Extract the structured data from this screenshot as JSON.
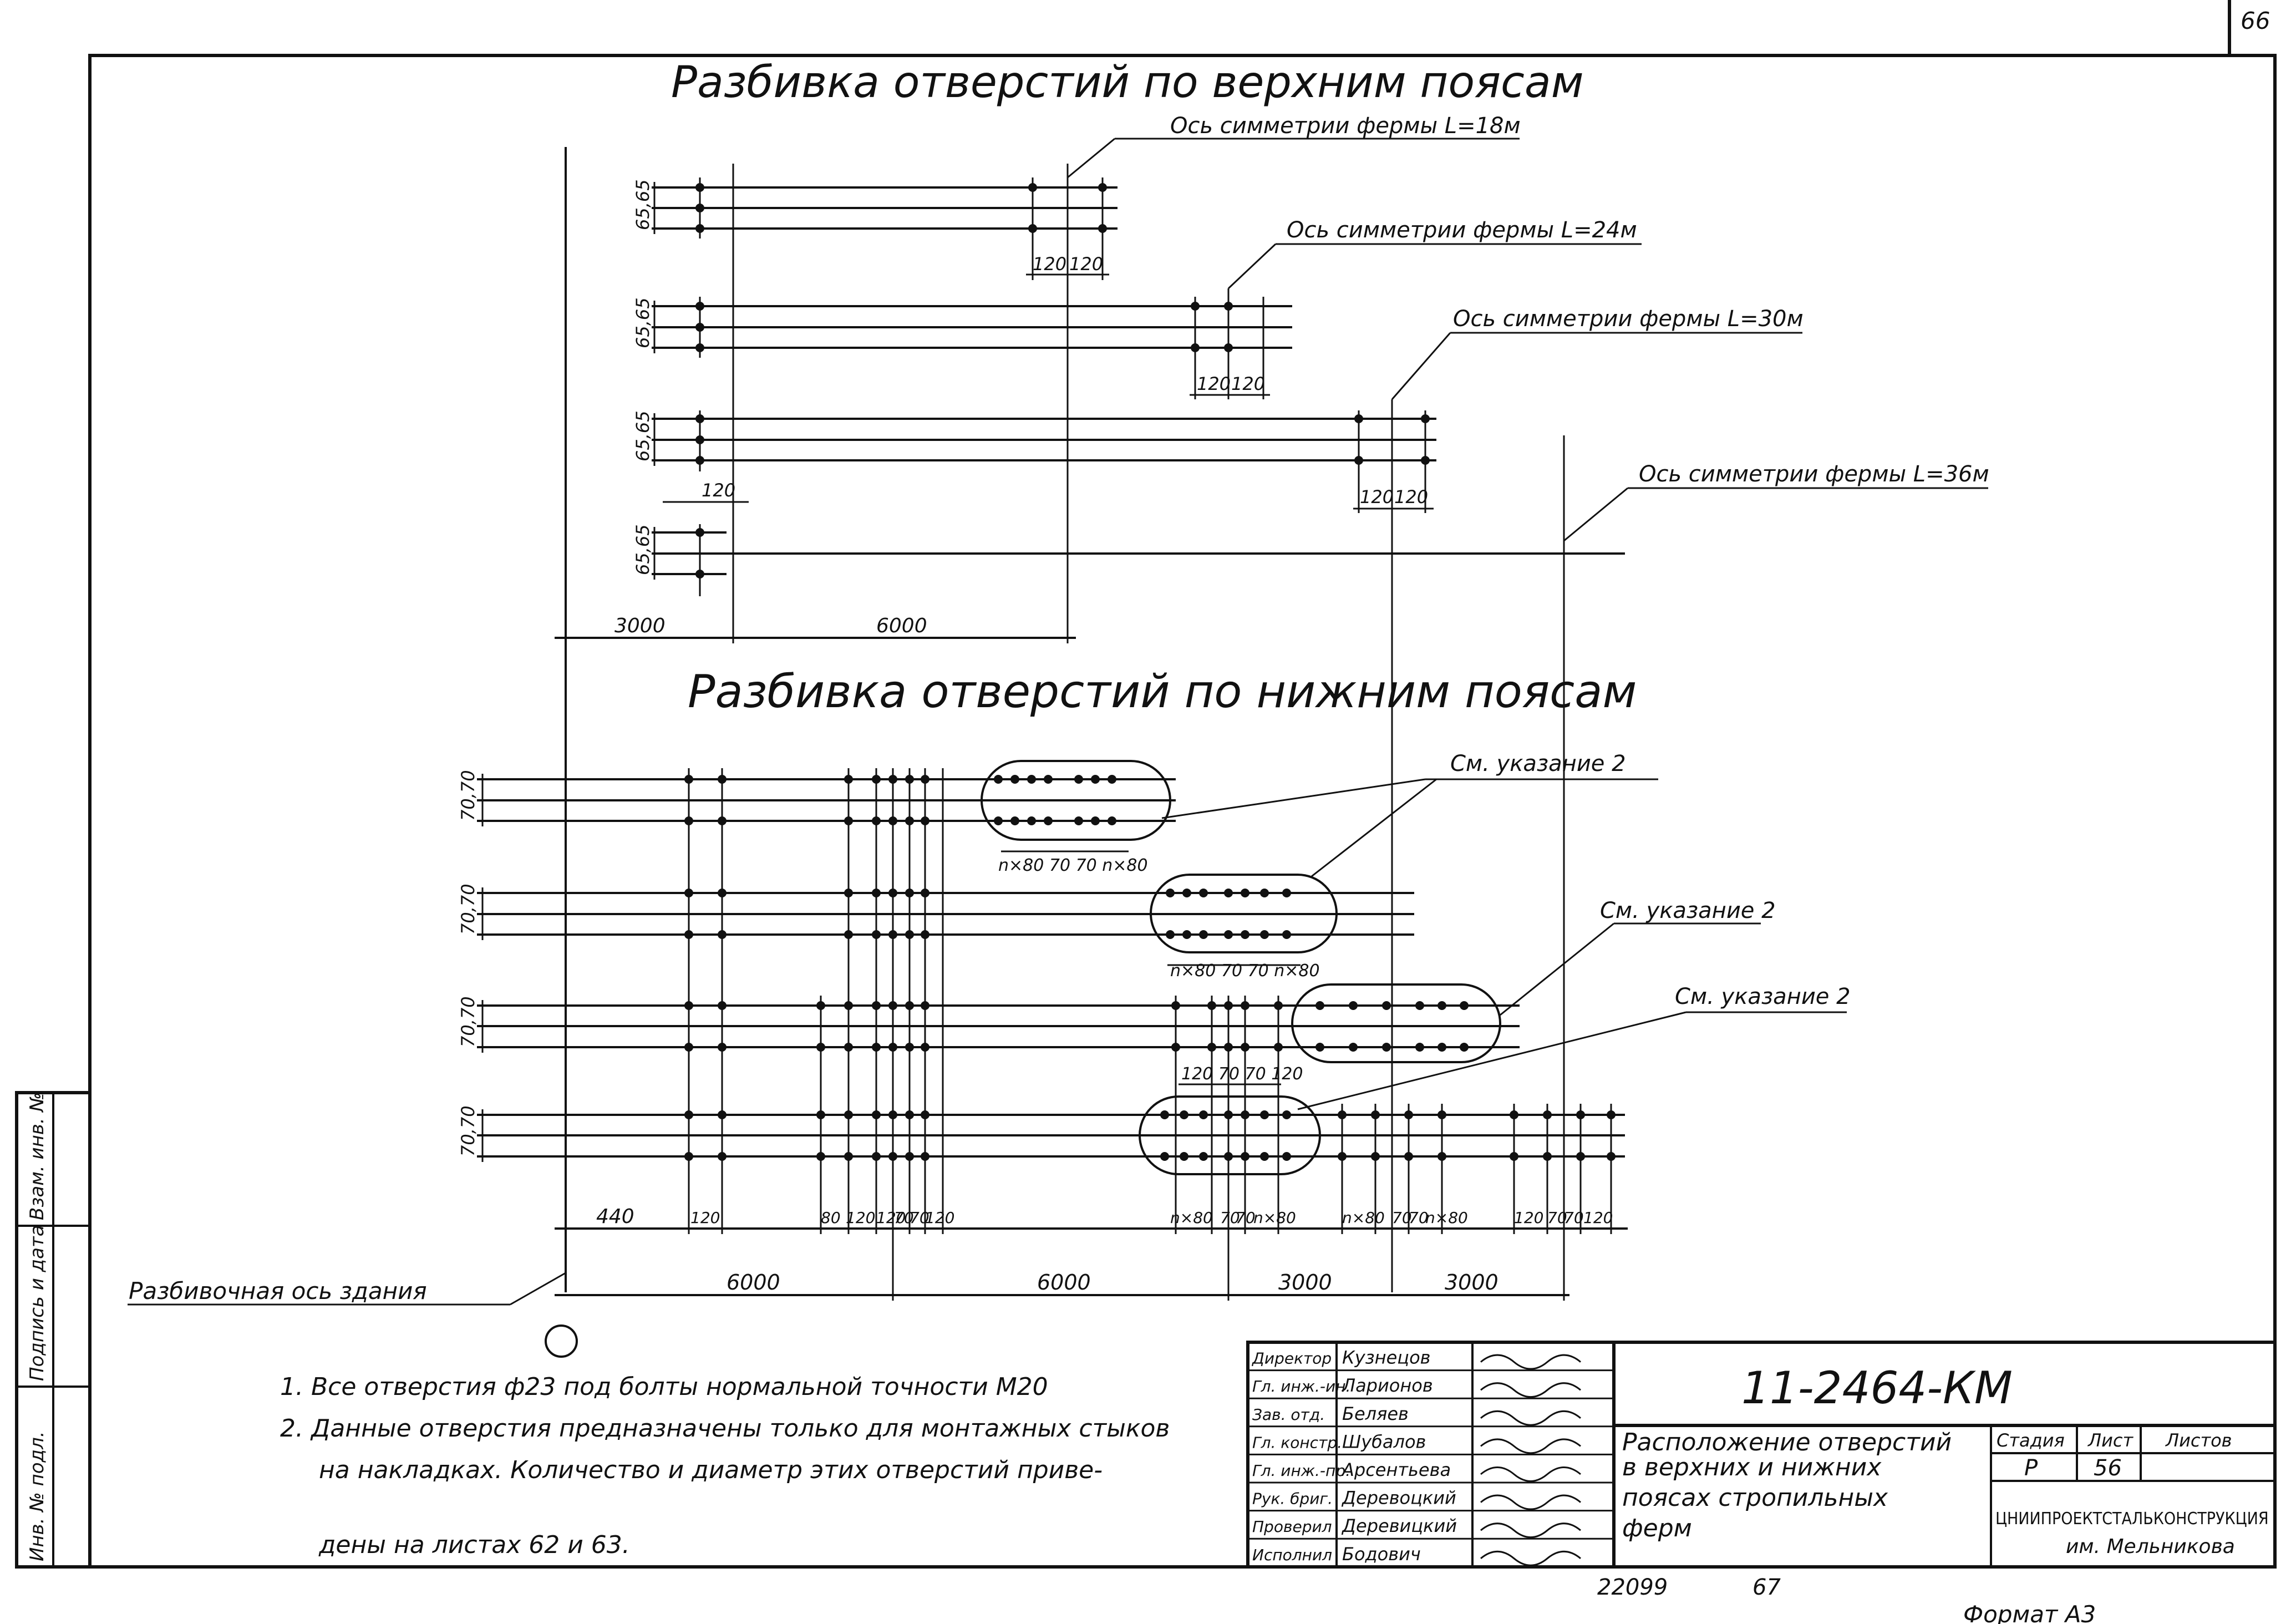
{
  "sheet_corner": "66",
  "top": {
    "title": "Разбивка отверстий по верхним поясам",
    "axis_labels": [
      "Ось симметрии фермы L=18м",
      "Ось симметрии фермы L=24м",
      "Ось симметрии фермы L=30м",
      "Ось симметрии фермы L=36м"
    ],
    "spacing_label": "65,65",
    "dim_120": "120",
    "dim_3000": "3000",
    "dim_6000": "6000"
  },
  "bottom": {
    "title": "Разбивка отверстий по нижним поясам",
    "note_refs": [
      "См. указание 2",
      "См. указание 2",
      "См. указание 2"
    ],
    "spacing_label": "70,70",
    "dims_row1": "n×80 70 70 n×80",
    "dims_row2": "n×80 70 70 n×80",
    "dims_row3": "120 70 70 120",
    "bottom_dims": [
      "440",
      "120",
      "80",
      "120",
      "120",
      "70",
      "70",
      "120",
      "n×80",
      "70",
      "70",
      "n×80",
      "n×80",
      "70",
      "70",
      "n×80",
      "120",
      "70",
      "70",
      "120"
    ],
    "main_dims": [
      "6000",
      "6000",
      "3000",
      "3000"
    ],
    "axis_label": "Разбивочная ось здания"
  },
  "notes": [
    "1. Все отверстия ф23 под болты нормальной точности М20",
    "2. Данные отверстия предназначены только для монтажных стыков",
    "на накладках. Количество и диаметр этих отверстий приве-",
    "дены на листах 62 и 63."
  ],
  "side_stamp": [
    "Взам. инв. №",
    "Подпись и дата",
    "Инв. № подл."
  ],
  "title_block": {
    "code": "11-2464-КМ",
    "roles": [
      "Директор",
      "Гл. инж.-ин.",
      "Зав. отд.",
      "Гл. констр.",
      "Гл. инж.-пр.",
      "Рук. бриг.",
      "Проверил",
      "Исполнил"
    ],
    "names": [
      "Кузнецов",
      "Ларионов",
      "Беляев",
      "Шубалов",
      "Арсентьева",
      "Деревоцкий",
      "Деревицкий",
      "Бодович"
    ],
    "description": [
      "Расположение отверстий",
      "в верхних и нижних",
      "поясах стропильных",
      "ферм"
    ],
    "stage_label": "Стадия",
    "sheet_label": "Лист",
    "sheets_label": "Листов",
    "stage": "Р",
    "sheet": "56",
    "org": "ЦНИИПРОЕКТСТАЛЬКОНСТРУКЦИЯ",
    "org_sub": "им. Мельникова"
  },
  "footer": {
    "num1": "22099",
    "num2": "67",
    "format": "Формат А3"
  }
}
